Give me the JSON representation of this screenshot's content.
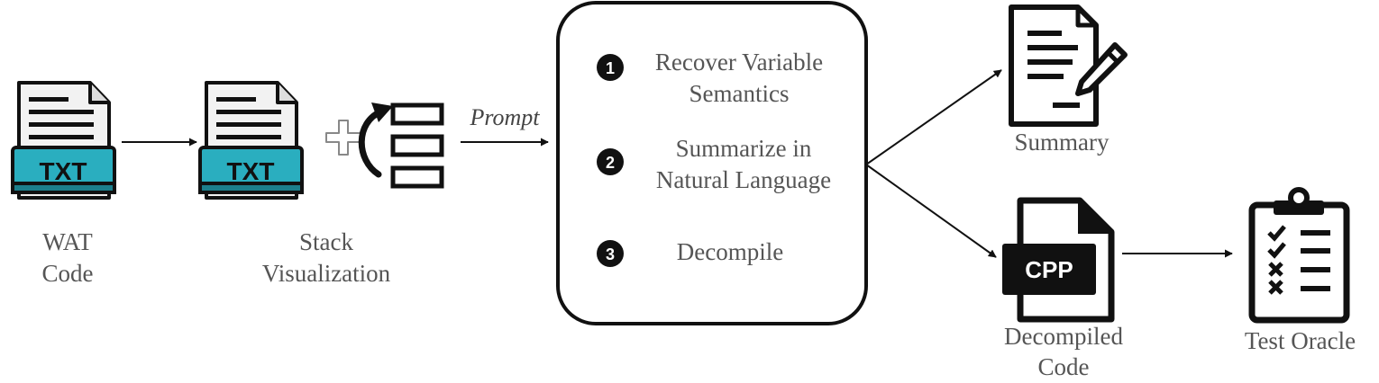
{
  "inputs": {
    "wat": {
      "label_lines": [
        "WAT",
        "Code"
      ],
      "badge": "TXT"
    },
    "stack": {
      "label_lines": [
        "Stack",
        "Visualization"
      ],
      "badge": "TXT"
    }
  },
  "prompt_label": "Prompt",
  "steps": [
    {
      "num": "1",
      "lines": [
        "Recover Variable",
        "Semantics"
      ]
    },
    {
      "num": "2",
      "lines": [
        "Summarize in",
        "Natural Language"
      ]
    },
    {
      "num": "3",
      "lines": [
        "Decompile"
      ]
    }
  ],
  "outputs": {
    "summary": {
      "label": "Summary"
    },
    "decompiled": {
      "label_lines": [
        "Decompiled",
        "Code"
      ],
      "badge": "CPP"
    },
    "oracle": {
      "label": "Test Oracle"
    }
  },
  "colors": {
    "txt_badge": "#2aaebf",
    "txt_badge_dark": "#1c7f8c",
    "ink": "#111111",
    "text": "#555555"
  },
  "icons": [
    "txt-file-icon",
    "plus-icon",
    "curved-arrow-icon",
    "stack-icon",
    "summary-document-icon",
    "pen-icon",
    "cpp-file-icon",
    "clipboard-checklist-icon"
  ]
}
